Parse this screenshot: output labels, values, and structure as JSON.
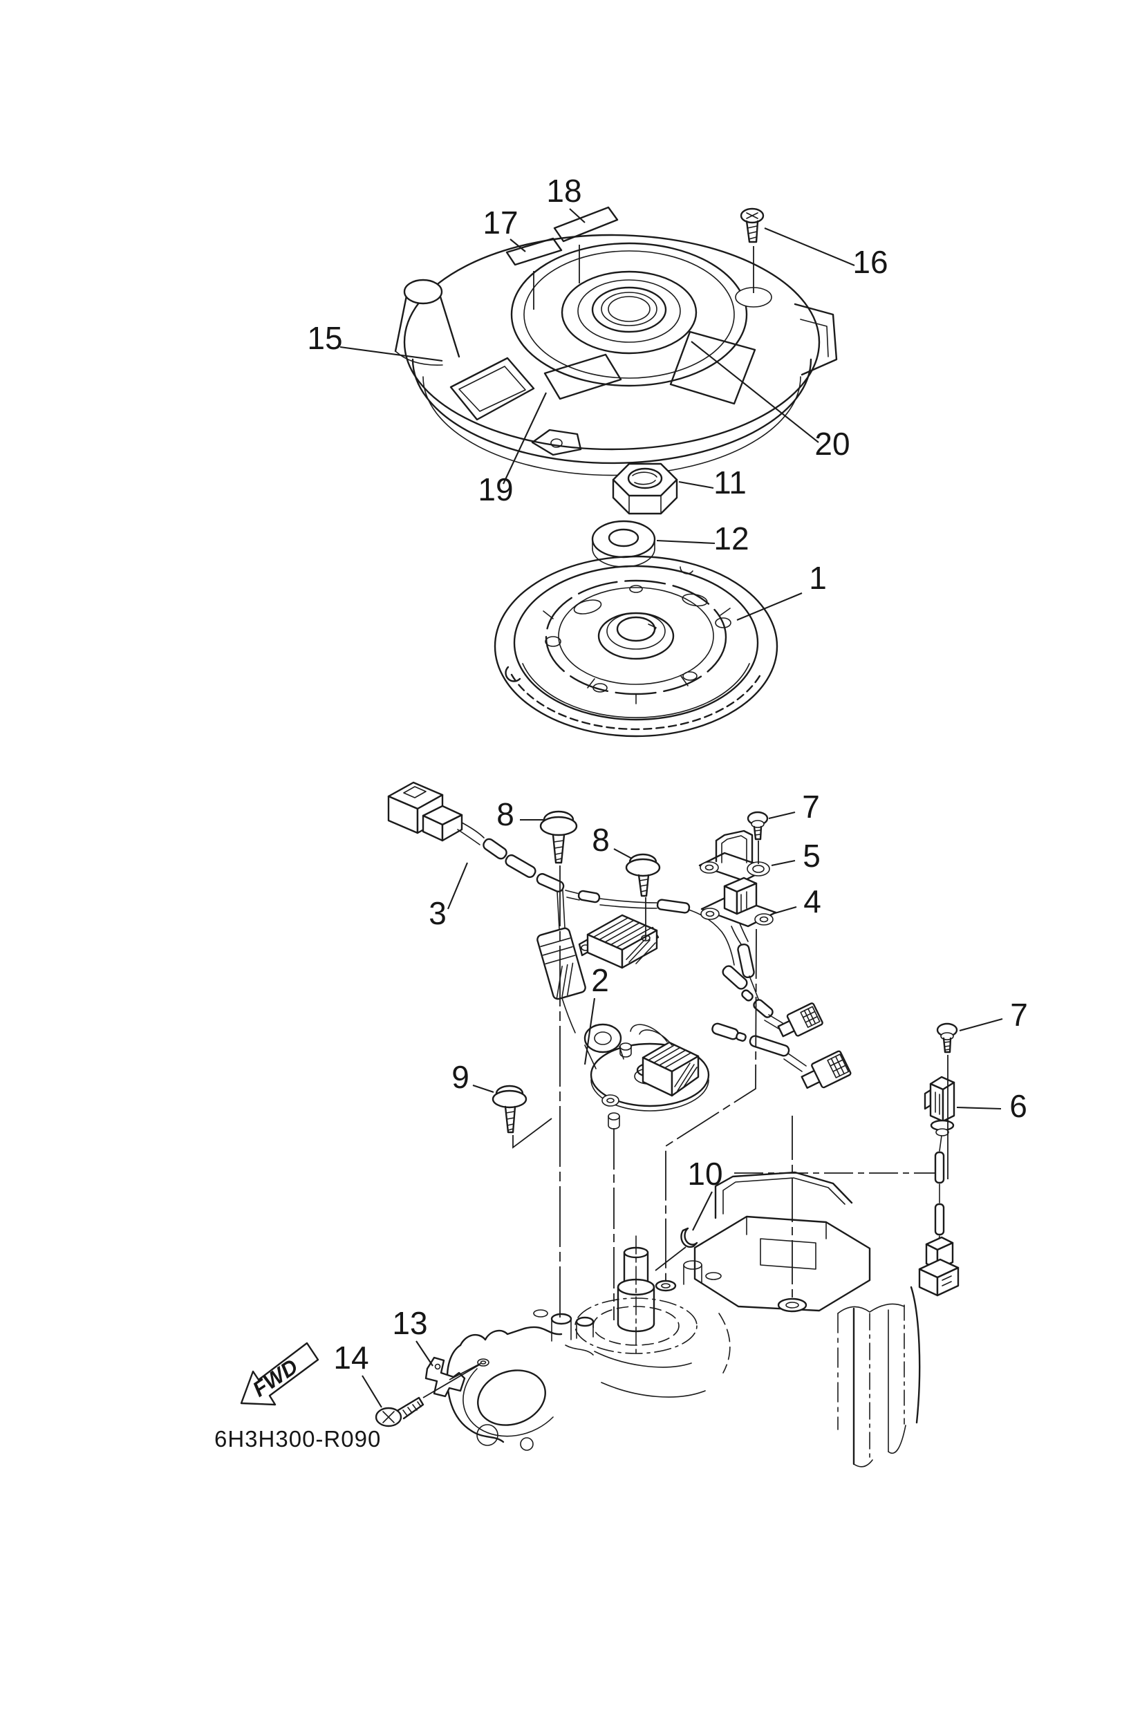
{
  "callouts": [
    {
      "label": "18",
      "part": "cover-label-strip-rear"
    },
    {
      "label": "17",
      "part": "cover-label-strip-front"
    },
    {
      "label": "16",
      "part": "cover-screw"
    },
    {
      "label": "15",
      "part": "flywheel-cover"
    },
    {
      "label": "20",
      "part": "cover-dome-ring"
    },
    {
      "label": "19",
      "part": "cover-front-sticker"
    },
    {
      "label": "11",
      "part": "crankshaft-nut"
    },
    {
      "label": "12",
      "part": "washer"
    },
    {
      "label": "1",
      "part": "flywheel-rotor"
    },
    {
      "label": "8",
      "part": "bolt-a"
    },
    {
      "label": "8",
      "part": "bolt-b"
    },
    {
      "label": "7",
      "part": "screw-bracket"
    },
    {
      "label": "5",
      "part": "bracket"
    },
    {
      "label": "4",
      "part": "pulser-coil"
    },
    {
      "label": "3",
      "part": "wire-harness"
    },
    {
      "label": "2",
      "part": "stator-base-assembly"
    },
    {
      "label": "9",
      "part": "bolt-stator"
    },
    {
      "label": "7",
      "part": "screw-sensor"
    },
    {
      "label": "6",
      "part": "sensor"
    },
    {
      "label": "10",
      "part": "woodruff-key"
    },
    {
      "label": "13",
      "part": "wire-clamp"
    },
    {
      "label": "14",
      "part": "clamp-screw"
    }
  ],
  "footer": {
    "part_code": "6H3H300-R090",
    "fwd_label": "FWD"
  },
  "colors": {
    "ink": "#1b1b1b",
    "paper": "#ffffff"
  }
}
